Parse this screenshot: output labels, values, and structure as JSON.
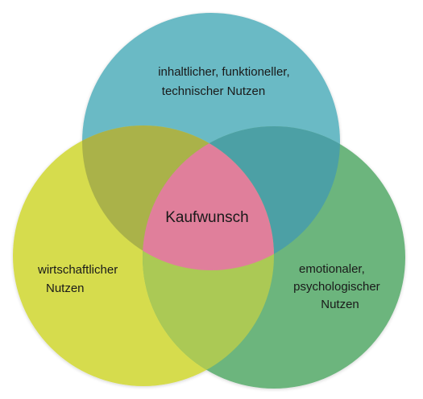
{
  "diagram": {
    "type": "venn",
    "center_label": "Kaufwunsch",
    "circles": [
      {
        "id": "top",
        "lines": [
          "inhaltlicher, funktioneller,",
          "technischer Nutzen"
        ],
        "color": "#6bbac5"
      },
      {
        "id": "left",
        "lines": [
          "wirtschaftlicher",
          "Nutzen"
        ],
        "color": "#d6dc4e"
      },
      {
        "id": "right",
        "lines": [
          "emotionaler,",
          "psychologischer",
          "Nutzen"
        ],
        "color": "#6cb57d"
      }
    ],
    "center_color": "#e07f9b"
  }
}
